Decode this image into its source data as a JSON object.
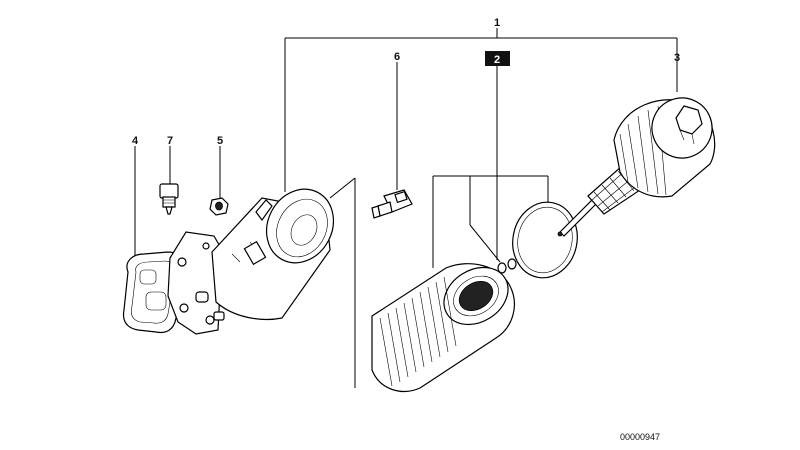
{
  "callouts": {
    "c1": "1",
    "c2": "2",
    "c3": "3",
    "c4": "4",
    "c5": "5",
    "c6": "6",
    "c7": "7"
  },
  "reference_number": "00000947"
}
